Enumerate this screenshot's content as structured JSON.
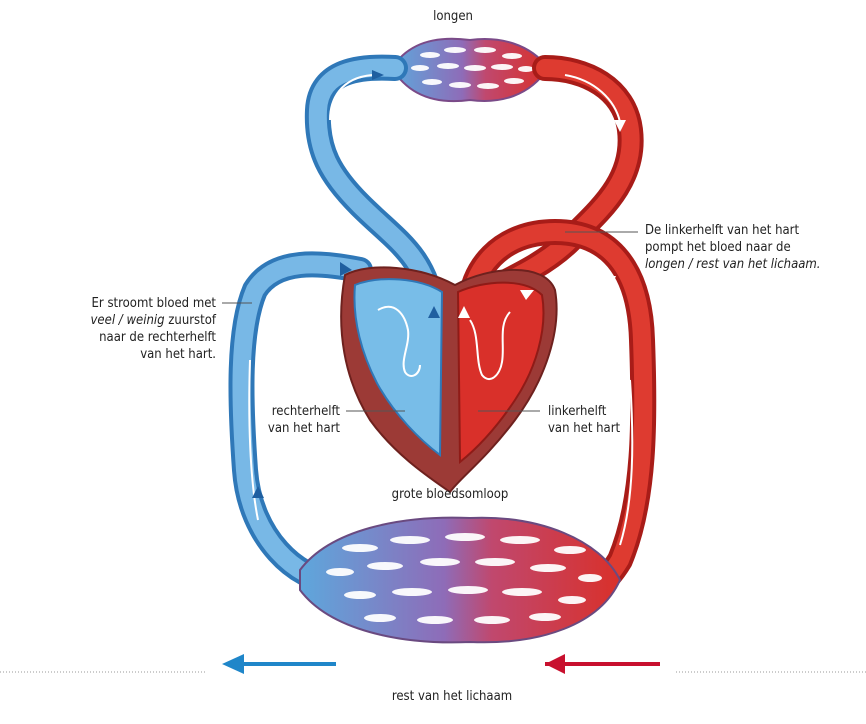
{
  "labels": {
    "top_cut": "",
    "lungs": "longen",
    "left_half_note": {
      "line1": "De linkerhelft van het hart",
      "line2": "pompt het bloed naar de",
      "line3": "longen / rest van het lichaam."
    },
    "blood_note": {
      "line1": "Er stroomt bloed met",
      "line2_italic": "veel / weinig",
      "line2_rest": " zuurstof",
      "line3": "naar de rechterhelft",
      "line4": "van het hart."
    },
    "right_half": {
      "line1": "rechterhelft",
      "line2": "van het hart"
    },
    "left_half": {
      "line1": "linkerhelft",
      "line2": "van het hart"
    },
    "systemic": "grote bloedsomloop",
    "body": "rest van het lichaam"
  },
  "colors": {
    "blue": "#5ea7dc",
    "blue_dark": "#2d6fae",
    "red": "#d9302a",
    "red_dark": "#a51e1b",
    "heart_wall": "#9c3a36",
    "arrow_blue": "#1f86c9",
    "arrow_red": "#c8102e"
  }
}
